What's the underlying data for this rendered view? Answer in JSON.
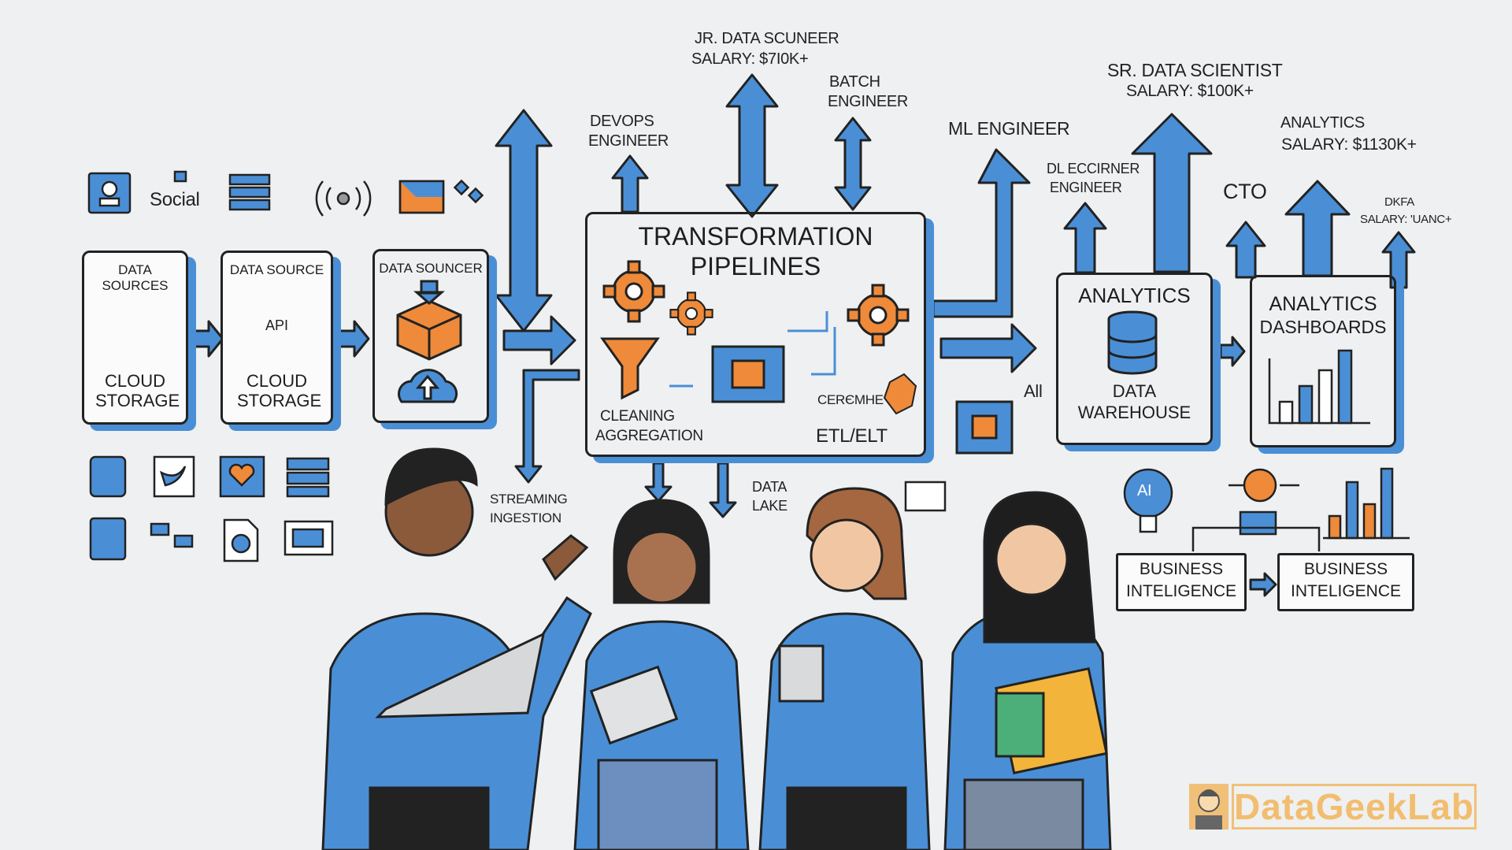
{
  "colors": {
    "accent_blue": "#4a8fd6",
    "accent_orange": "#ee8a3a",
    "ink": "#222222",
    "background": "#eef0f1",
    "logo": "#f2bd6e"
  },
  "top_icons": {
    "social_label": "Social"
  },
  "sources": [
    {
      "title": "DATA SOURCES",
      "caption": "CLOUD STORAGE",
      "icon": "database-icon"
    },
    {
      "title": "DATA SOURCE",
      "caption": "CLOUD STORAGE",
      "icon": "cloud-api-icon",
      "api_label": "API"
    },
    {
      "title": "DATA SOUNCER",
      "caption": "",
      "icon": "box-cloud-upload-icon"
    }
  ],
  "transformation": {
    "title_line1": "TRANSFORMATION",
    "title_line2": "PIPELINES",
    "cleaning": "CLEANING",
    "aggregation": "AGGREGATION",
    "ceremhe": "CERЄMHE",
    "etl": "ETL/ELT"
  },
  "roles": {
    "jr_title": "JR. DATA SCUNEER",
    "jr_salary": "SALARY: $7ι0K+",
    "devops_1": "DEVOPS",
    "devops_2": "ENGINEER",
    "batch_1": "BATCH",
    "batch_2": "ENGINEER",
    "ml": "ML ENGINEER",
    "dl_1": "DL ECCIRNER",
    "dl_2": "ENGINEER",
    "sr_title": "SR. DATA SCIENTIST",
    "sr_salary": "SALARY: $100K+",
    "cto": "CTO",
    "an_title": "ANALYTICS",
    "an_salary": "SALARY: $1130K+",
    "dkfa_title": "DKFA",
    "dkfa_salary": "SALARY: 'UANC+"
  },
  "flow_labels": {
    "streaming_1": "STREAMING",
    "streaming_2": "INGESTION",
    "lake_1": "DATA",
    "lake_2": "LAKE",
    "all": "All"
  },
  "analytics": {
    "title": "ANALYTICS",
    "caption_1": "DATA",
    "caption_2": "WAREHOUSE"
  },
  "dashboards": {
    "title_1": "ANALYTICS",
    "title_2": "DASHBOARDS"
  },
  "bi": [
    {
      "line1": "BUSINESS",
      "line2": "INTELIGENCE"
    },
    {
      "line1": "BUSINESS",
      "line2": "INTELIGENCE"
    }
  ],
  "ai_label": "AI",
  "logo": {
    "text": "DataGeekLab"
  }
}
